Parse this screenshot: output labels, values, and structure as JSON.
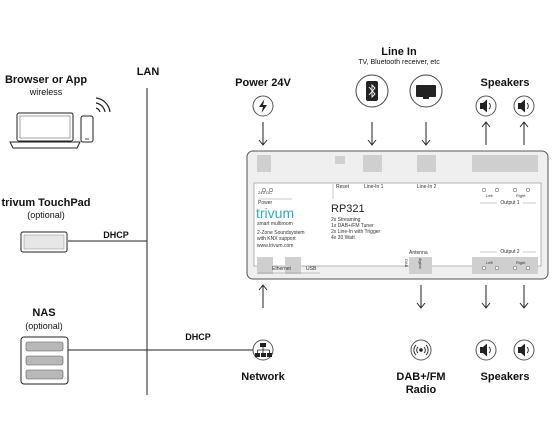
{
  "left": {
    "browser_title": "Browser or App",
    "browser_sub": "wireless",
    "touchpad_title": "trivum TouchPad",
    "touchpad_sub": "(optional)",
    "nas_title": "NAS",
    "nas_sub": "(optional)"
  },
  "lan_label": "LAN",
  "dhcp_upper": "DHCP",
  "dhcp_lower": "DHCP",
  "top": {
    "power_label": "Power 24V",
    "linein_title": "Line In",
    "linein_sub": "TV, Bluetooth receiver, etc",
    "speakers_label": "Speakers"
  },
  "bottom": {
    "network_label": "Network",
    "dab_line1": "DAB+/FM",
    "dab_line2": "Radio",
    "speakers_label": "Speakers"
  },
  "device": {
    "model": "RP321",
    "brand": "trivum",
    "tagline": "smart multiroom",
    "desc1": "2-Zone Soundsystem",
    "desc2": "with KNX support",
    "website": "www.trivum.com",
    "features": [
      "2x Streaming",
      "1x DAB+/FM Tuner",
      "2x Line-In with Trigger",
      "4x 30 Watt"
    ],
    "power": "Power",
    "power_volt": "24V DC",
    "reset": "Reset",
    "linein1": "Line-In 1",
    "linein2": "Line-In 2",
    "output1": "Output 1",
    "output2": "Output 2",
    "left": "Left",
    "right": "Right",
    "antenna": "Antenna",
    "dab": "DAB",
    "digital": "digital",
    "ethernet": "Ethernet",
    "usb": "USB"
  },
  "icons": {
    "power": "power-icon",
    "bluetooth": "bluetooth-icon",
    "tv": "tv-icon",
    "speaker": "speaker-icon",
    "network": "network-icon",
    "radio": "radio-icon"
  }
}
